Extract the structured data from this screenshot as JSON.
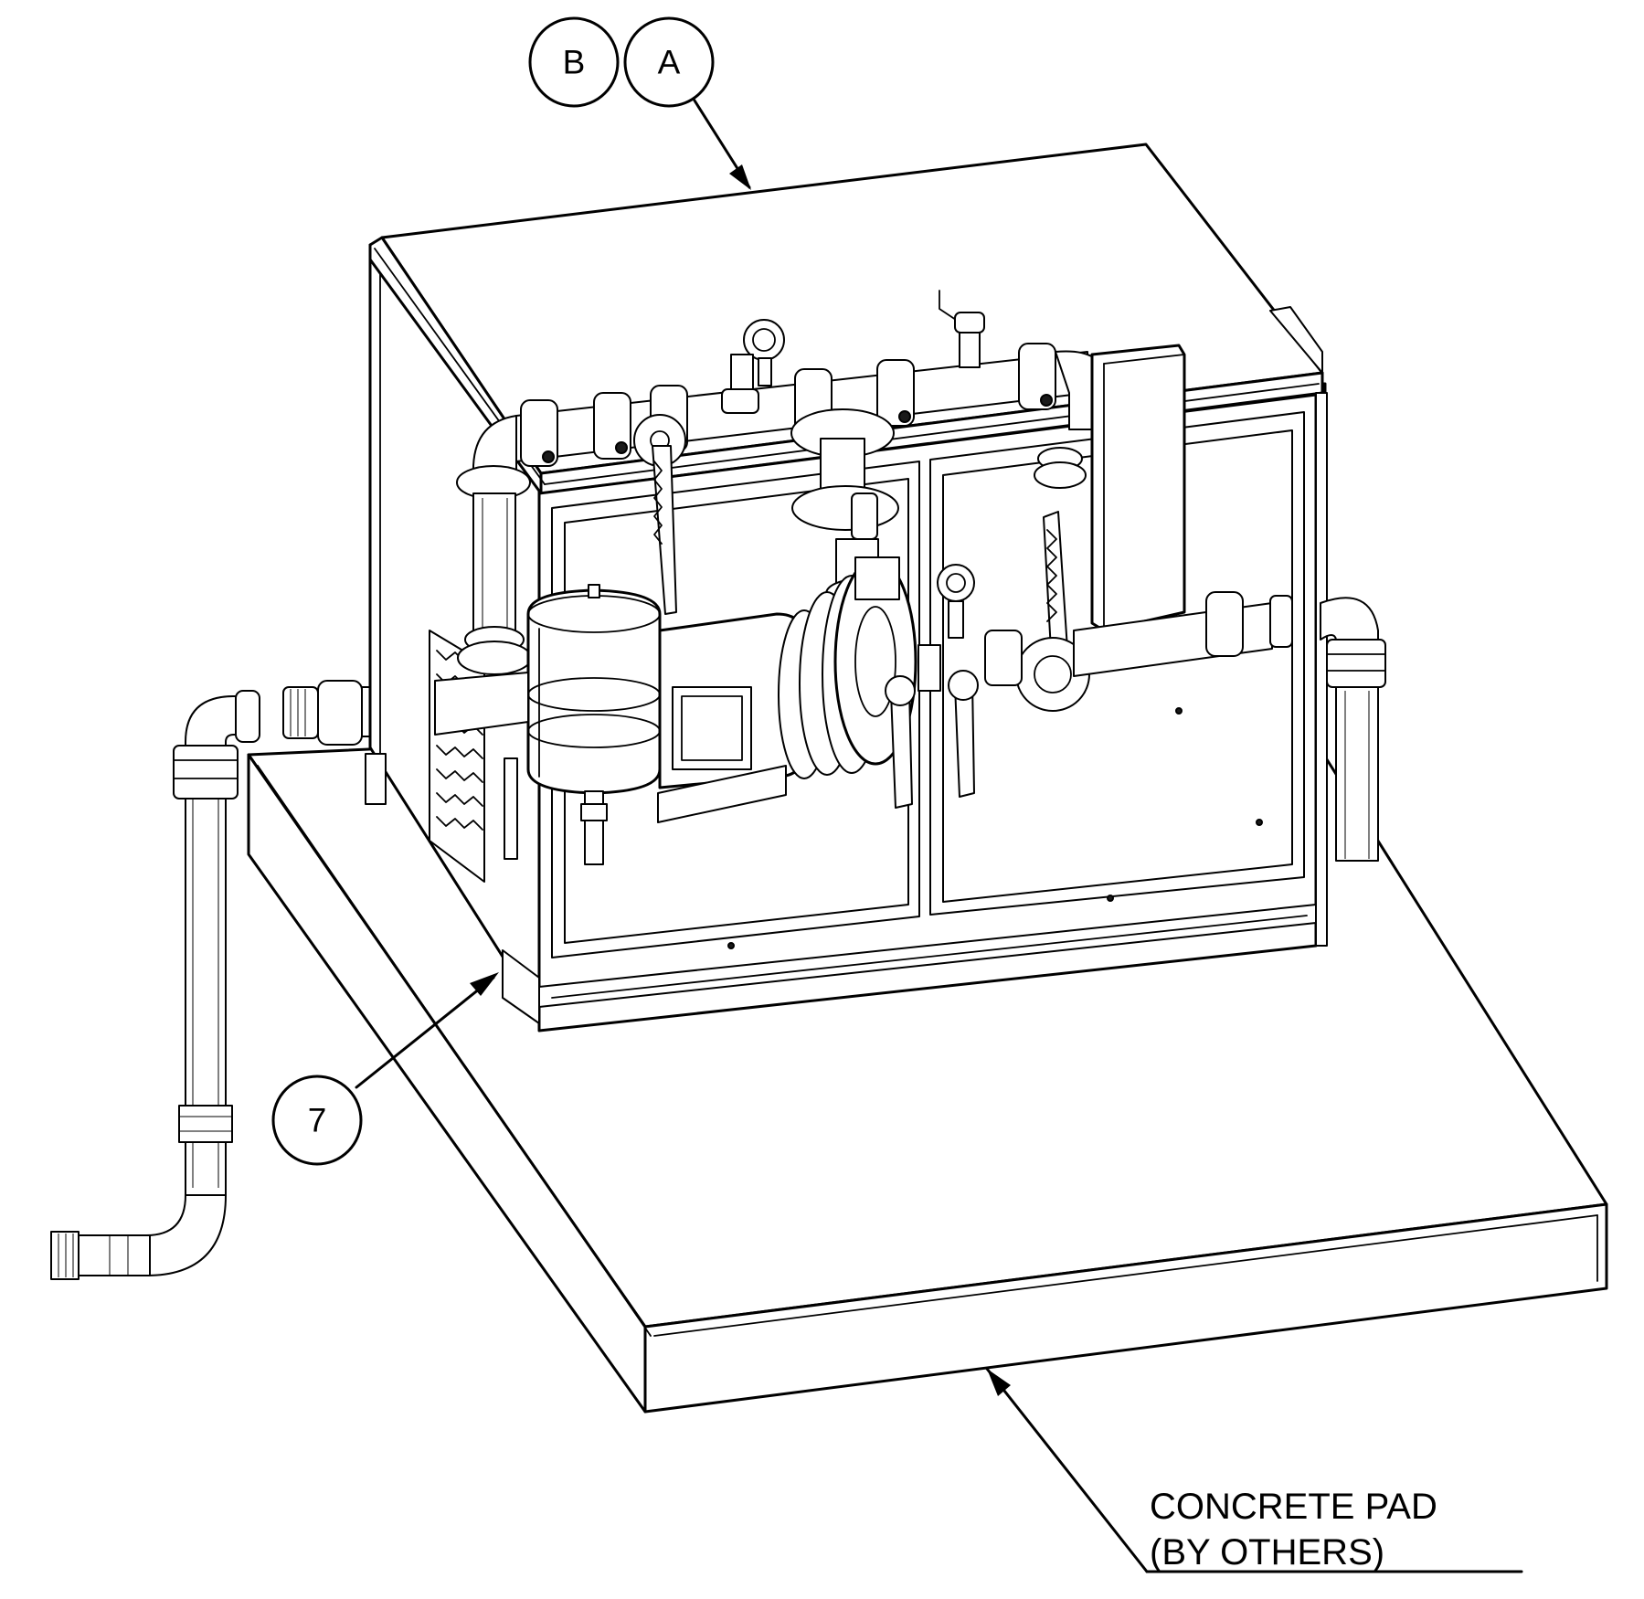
{
  "balloons": {
    "b": "B",
    "a": "A",
    "seven": "7"
  },
  "note": {
    "line1": "CONCRETE PAD",
    "line2": "(BY OTHERS)"
  }
}
